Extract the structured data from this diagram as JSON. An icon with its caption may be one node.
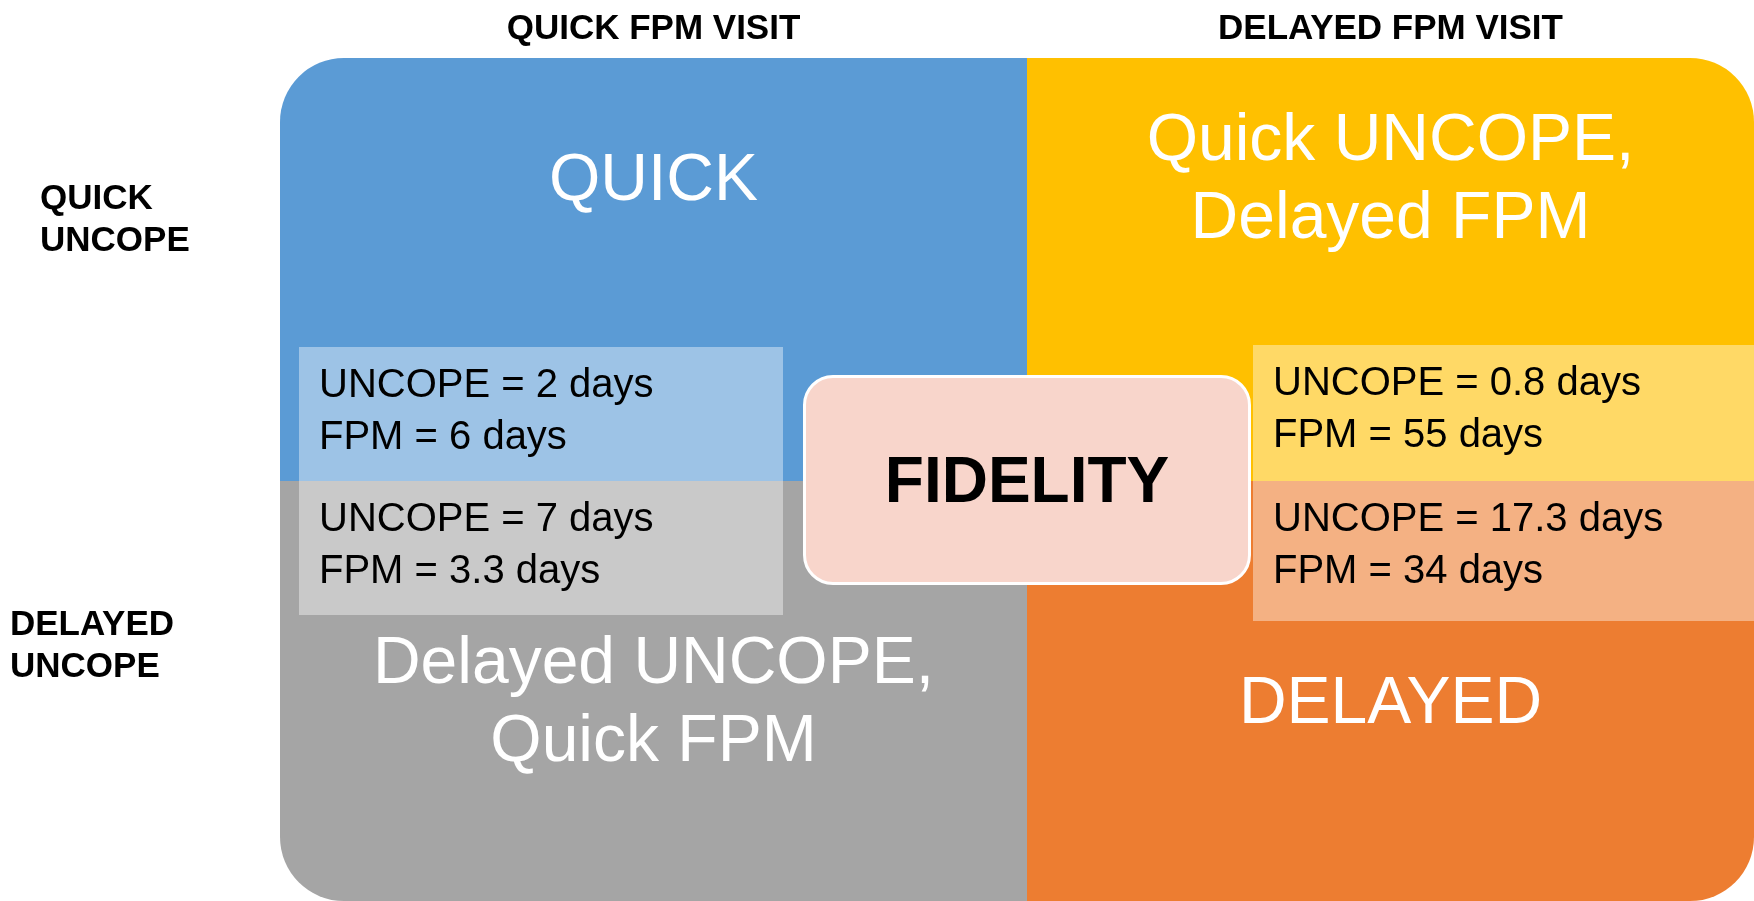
{
  "diagram": {
    "nodes": [
      {
        "text": [
          "QUICK"
        ]
      },
      {
        "text": [
          "Quick UNCOPE, Delayed FPM"
        ]
      },
      {
        "text": [
          "Delayed UNCOPE, Quick FPM"
        ]
      },
      {
        "text": [
          "DELAYED"
        ]
      },
      {
        "text": [
          "UNCOPE = 2 days",
          "FPM = 6 days"
        ],
        "in": 0
      },
      {
        "text": [
          "UNCOPE = 0.8 days",
          "FPM = 55 days"
        ],
        "in": 1
      },
      {
        "text": [
          "UNCOPE = 7 days",
          "FPM = 3.3 days"
        ],
        "in": 2
      },
      {
        "text": [
          "UNCOPE = 17.3 days",
          "FPM = 34 days"
        ],
        "in": 3
      },
      {
        "text": [
          "FIDELITY"
        ]
      }
    ],
    "labels": [
      "QUICK FPM VISIT",
      "DELAYED FPM VISIT",
      "QUICK UNCOPE",
      "DELAYED UNCOPE"
    ]
  }
}
